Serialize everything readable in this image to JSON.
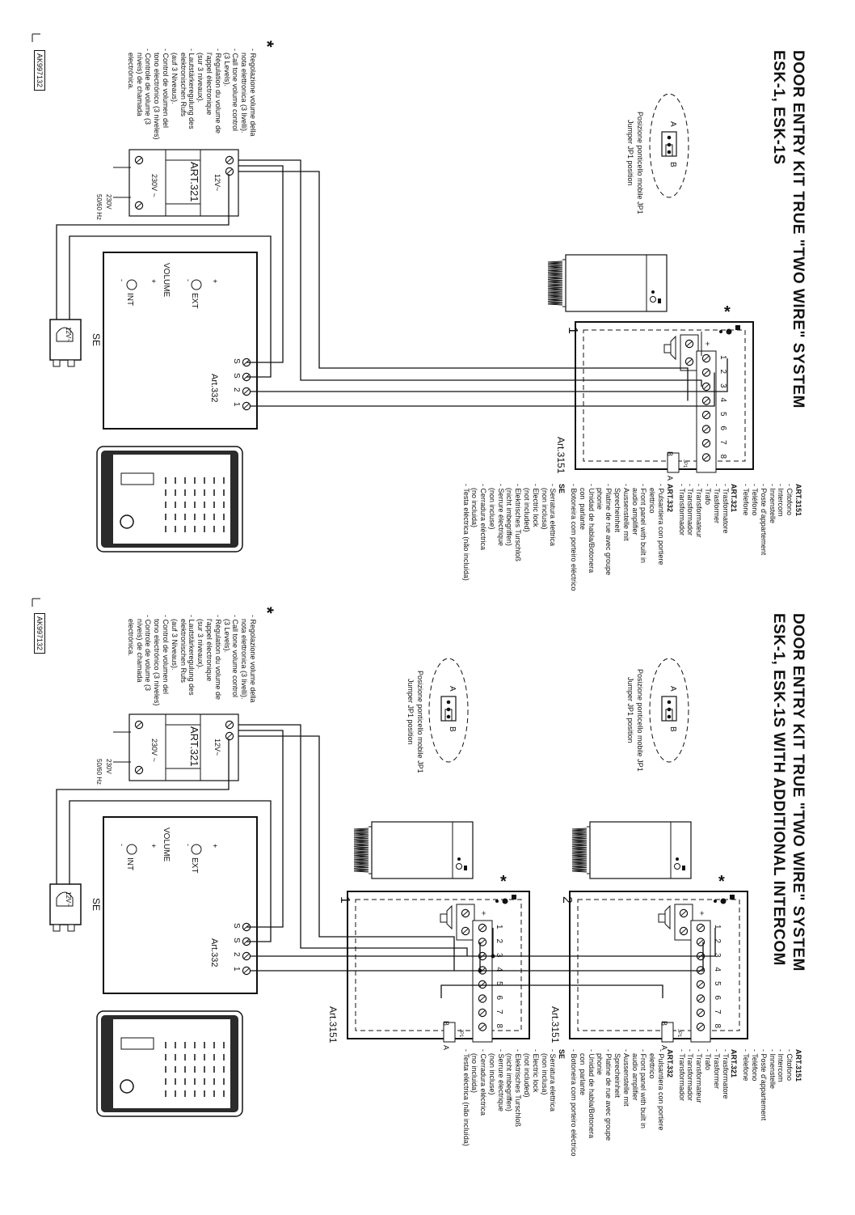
{
  "panels": [
    {
      "id": "top",
      "title_line1": "DOOR ENTRY KIT TRUE \"TWO WIRE\" SYSTEM",
      "title_line2": "ESK-1, ESK-1S",
      "code": "AK997132"
    },
    {
      "id": "bottom",
      "title_line1": "DOOR ENTRY KIT TRUE \"TWO WIRE\" SYSTEM",
      "title_line2": "ESK-1, ESK-1S WITH ADDITIONAL INTERCOM",
      "code": "AK997132"
    }
  ],
  "jumper": {
    "line1": "Posizione ponticello mobile JP1",
    "line2": "Jumper JP1 position",
    "a": "A",
    "b": "B"
  },
  "star": "*",
  "star_notes": [
    "- Regolazione volume della",
    "  nota elettronica (3 livelli).",
    "- Call tone volume control",
    "  (3 Levels).",
    "- Régulation du volume de",
    "  l'appel électronique",
    "  (sur 3 niveaux).",
    "- Lautstärkeregulung des",
    "  elektronischen Rufs",
    "  (auf 3 Niveaus).",
    "- Control de volumen del",
    "  tono electrónico (3 niveles)",
    "- Controle de volume (3",
    "  níveis) de chamada",
    "  electrónica."
  ],
  "power_supply": {
    "model": "ART.321",
    "out": "12V~",
    "in": "230V ~",
    "mains": "230V",
    "freq": "50/60 Hz"
  },
  "door_panel": {
    "model": "Art.332",
    "ext": "EXT",
    "int": "INT",
    "volume": "VOLUME",
    "plus": "+",
    "minus": "-",
    "terminals": [
      "S",
      "S",
      "2",
      "1"
    ]
  },
  "lock": {
    "label": "SE",
    "voltage": "12V~"
  },
  "interphone": {
    "model": "Art.3151",
    "terminals": [
      "1",
      "2",
      "3",
      "4",
      "5",
      "6",
      "7",
      "8"
    ],
    "jp1": "JP1",
    "unit_numbers": [
      "1",
      "2"
    ]
  },
  "legend": {
    "art3151": {
      "head": "ART.3151",
      "lines": [
        "- Citofono",
        "- Intercom",
        "- Innenstelle",
        "- Poste d'appartement",
        "- Teléfono",
        "- Telefone"
      ]
    },
    "art321": {
      "head": "ART.321",
      "lines": [
        "- Trasformatore",
        "- Trasformer",
        "- Trafo",
        "- Transformateur",
        "- Transformador",
        "- Transformador"
      ]
    },
    "art332": {
      "head": "ART.332",
      "lines": [
        "- Pulsantiera con portiere",
        "  elettrico",
        "- Front panel with built in",
        "  audio amplifier",
        "- Aussenstelle mit",
        "  Sprecheinheit",
        "- Platine de rue avec groupe",
        "  phonie",
        "- Unidad de habla/Botonera",
        "  con  parlante",
        "- Botoneira com porteiro eléctrico"
      ]
    },
    "se": {
      "head": "SE",
      "lines": [
        "- Serratura elettrica",
        "  (non inclusa)",
        "- Electric lock",
        "  (not included)",
        "- Elektrisches Turschloß",
        "  (nicht imbegriffen)",
        "- Serrure électrique",
        "  (non incluse)",
        "- Cerradura eléctrica",
        "  (no incluida)",
        "- Testa eléctrica (não incluída)"
      ]
    }
  },
  "colors": {
    "ink": "#111111",
    "paper": "#ffffff",
    "panel_gray": "#2b2b2b"
  }
}
